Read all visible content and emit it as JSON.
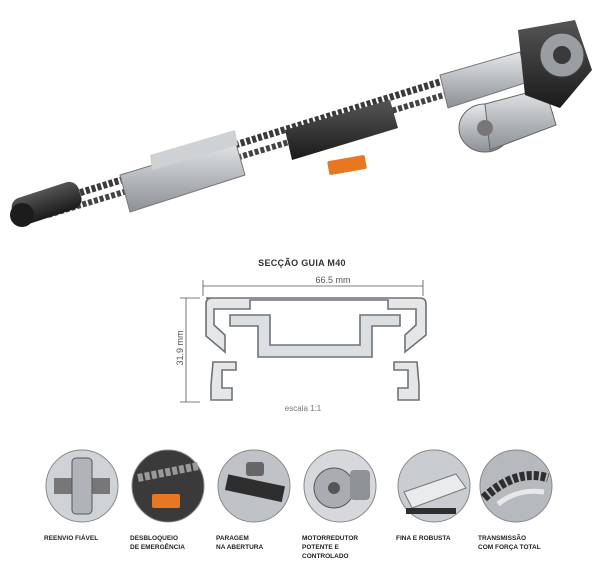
{
  "section": {
    "title": "SECÇÃO GUIA M40",
    "width_label": "66.5 mm",
    "height_label": "31.9 mm",
    "scale_label": "escala 1:1"
  },
  "features": [
    {
      "line1": "REENVIO FIÁVEL",
      "line2": "",
      "line3": "",
      "icon": "pulley-icon"
    },
    {
      "line1": "DESBLOQUEIO",
      "line2": "DE EMERGÊNCIA",
      "line3": "",
      "icon": "emergency-release-icon"
    },
    {
      "line1": "PARAGEM",
      "line2": "NA ABERTURA",
      "line3": "",
      "icon": "stop-icon"
    },
    {
      "line1": "MOTORREDUTOR",
      "line2": "POTENTE E",
      "line3": "CONTROLADO",
      "icon": "motor-icon"
    },
    {
      "line1": "FINA E ROBUSTA",
      "line2": "",
      "line3": "",
      "icon": "rail-icon"
    },
    {
      "line1": "TRANSMISSÃO",
      "line2": "COM FORÇA TOTAL",
      "line3": "",
      "icon": "chain-icon"
    }
  ],
  "colors": {
    "accent": "#e87722",
    "metal": "#b8bcc0",
    "dark": "#2a2a2a"
  }
}
